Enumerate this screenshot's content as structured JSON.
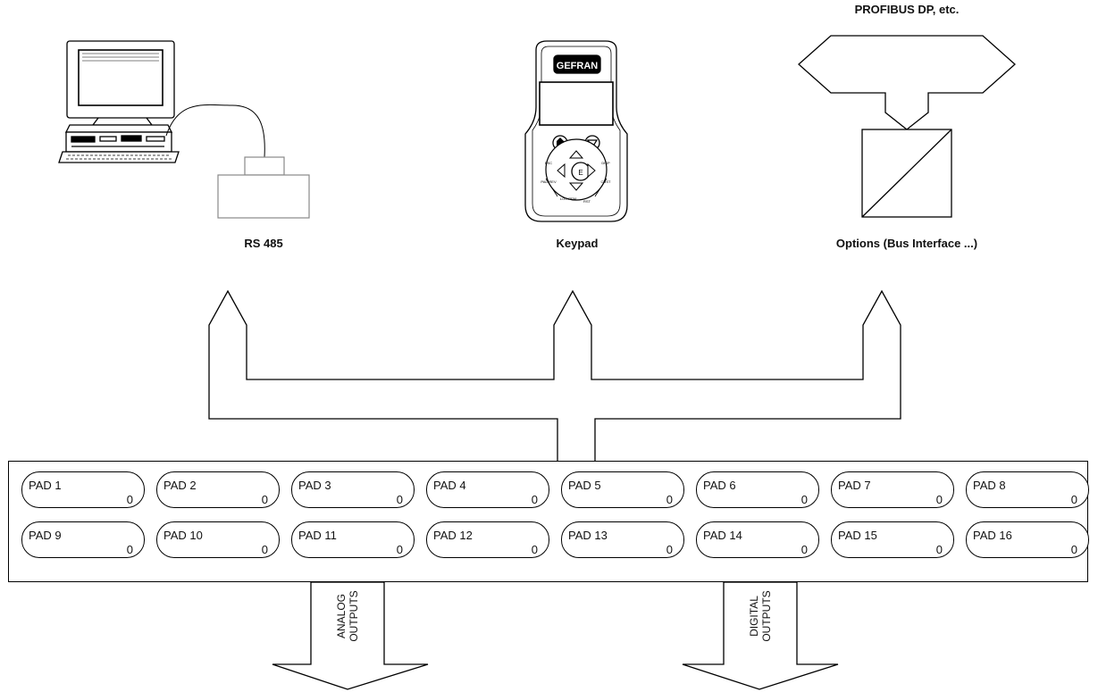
{
  "labels": {
    "rs485": "RS 485",
    "keypad": "Keypad",
    "options": "Options (Bus Interface ...)",
    "profibus": "PROFIBUS DP, etc.",
    "keypad_brand": "GEFRAN"
  },
  "pads": [
    {
      "name": "PAD 1",
      "value": "0"
    },
    {
      "name": "PAD 2",
      "value": "0"
    },
    {
      "name": "PAD 3",
      "value": "0"
    },
    {
      "name": "PAD 4",
      "value": "0"
    },
    {
      "name": "PAD 5",
      "value": "0"
    },
    {
      "name": "PAD 6",
      "value": "0"
    },
    {
      "name": "PAD 7",
      "value": "0"
    },
    {
      "name": "PAD 8",
      "value": "0"
    },
    {
      "name": "PAD 9",
      "value": "0"
    },
    {
      "name": "PAD 10",
      "value": "0"
    },
    {
      "name": "PAD 11",
      "value": "0"
    },
    {
      "name": "PAD 12",
      "value": "0"
    },
    {
      "name": "PAD 13",
      "value": "0"
    },
    {
      "name": "PAD 14",
      "value": "0"
    },
    {
      "name": "PAD 15",
      "value": "0"
    },
    {
      "name": "PAD 16",
      "value": "0"
    }
  ],
  "outputs": {
    "analog": [
      "ANALOG",
      "OUTPUTS"
    ],
    "digital": [
      "DIGITAL",
      "OUTPUTS"
    ]
  },
  "keypad_keys": [
    "E",
    "ESC",
    "DISP",
    "PAD REV",
    "CUST",
    "LOC REM",
    "RST"
  ],
  "icons": [
    "computer-icon",
    "keypad-icon",
    "bus-interface-icon"
  ]
}
